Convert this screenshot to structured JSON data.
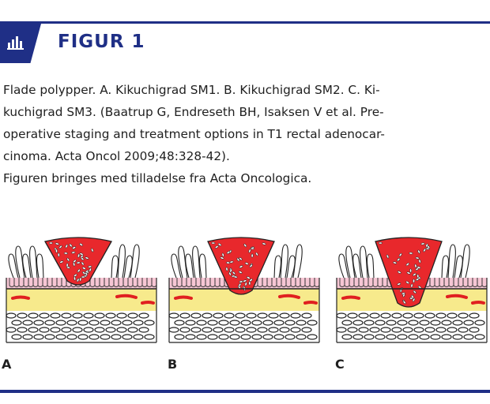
{
  "figure": {
    "title": "FIGUR 1",
    "icon": "bar-chart-icon",
    "accent_color": "#1f2f86",
    "caption_lines": [
      "Flade polypper.  A. Kikuchigrad SM1.  B. Kikuchigrad SM2.  C. Ki-",
      "kuchigrad SM3. (Baatrup G, Endreseth BH, Isaksen V et al. Pre-",
      "operative staging and treatment options in T1 rectal adenocar-",
      "cinoma. Acta Oncol 2009;48:328-42).",
      "Figuren bringes med tilladelse fra Acta Oncologica."
    ],
    "panels": [
      {
        "label": "A",
        "invasion_level": 1
      },
      {
        "label": "B",
        "invasion_level": 2
      },
      {
        "label": "C",
        "invasion_level": 3
      }
    ],
    "colors": {
      "tumor": "#e8282c",
      "mucosa": "#f6c6d4",
      "submucosa": "#f7ea8c",
      "vessel": "#e02020"
    }
  }
}
